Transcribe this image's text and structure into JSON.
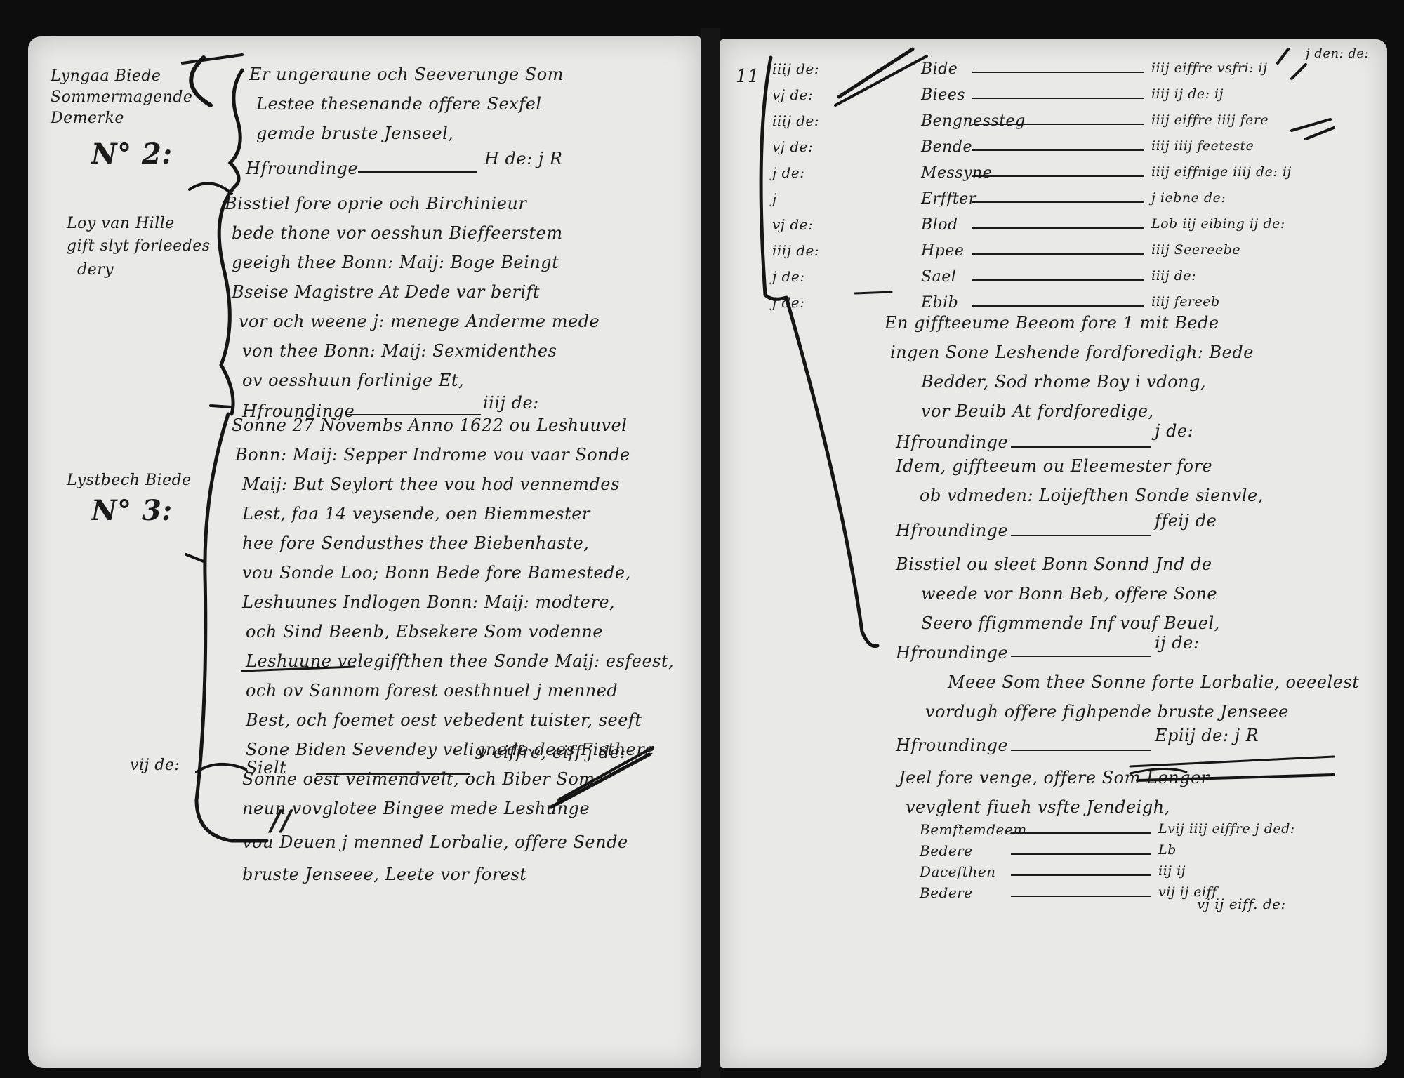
{
  "left_page": {
    "margin_notes": [
      {
        "id": "margin-note-1a",
        "text": "Lyngaa Biede"
      },
      {
        "id": "margin-note-1b",
        "text": "Sommermagende"
      },
      {
        "id": "margin-note-1c",
        "text": "Demerke"
      },
      {
        "id": "margin-number-2",
        "text": "N° 2:"
      },
      {
        "id": "margin-note-2a",
        "text": "Loy van Hille"
      },
      {
        "id": "margin-note-2b",
        "text": "gift slyt forleedes"
      },
      {
        "id": "margin-note-2c",
        "text": "dery"
      },
      {
        "id": "margin-note-3a",
        "text": "Lystbech Biede"
      },
      {
        "id": "margin-number-3",
        "text": "N° 3:"
      },
      {
        "id": "margin-tally",
        "text": "vij de:"
      }
    ],
    "lines": [
      {
        "id": "entry-1-line-1",
        "text": "Er ungeraune och Seeverunge Som"
      },
      {
        "id": "entry-1-line-2",
        "text": "Lestee thesenande offere Sexfel"
      },
      {
        "id": "entry-1-line-3",
        "text": "gemde bruste Jenseel,"
      },
      {
        "id": "entry-1-total",
        "text": "Hfroundinge",
        "amount": "H de: j R"
      },
      {
        "id": "entry-2-line-1",
        "text": "Bisstiel fore oprie och Birchinieur"
      },
      {
        "id": "entry-2-line-2",
        "text": "bede thone vor oesshun Bieffeerstem"
      },
      {
        "id": "entry-2-line-3",
        "text": "geeigh thee Bonn: Maij: Boge Beingt"
      },
      {
        "id": "entry-2-line-4",
        "text": "Bseise Magistre At Dede var berift"
      },
      {
        "id": "entry-2-line-5",
        "text": "vor och weene j: menege Anderme mede"
      },
      {
        "id": "entry-2-line-6",
        "text": "von thee Bonn: Maij: Sexmidenthes"
      },
      {
        "id": "entry-2-line-7",
        "text": "ov oesshuun forlinige Et,"
      },
      {
        "id": "entry-2-total",
        "text": "Hfroundinge",
        "amount": "iiij de:"
      },
      {
        "id": "entry-3-line-1",
        "text": "Sonne 27 Novembs Anno 1622 ou Leshuuvel"
      },
      {
        "id": "entry-3-line-2",
        "text": "Bonn: Maij: Sepper Indrome vou vaar Sonde"
      },
      {
        "id": "entry-3-line-3",
        "text": "Maij: But Seylort thee vou hod vennemdes"
      },
      {
        "id": "entry-3-line-4",
        "text": "Lest, faa 14 veysende, oen Biemmester"
      },
      {
        "id": "entry-3-line-5",
        "text": "hee fore Sendusthes thee Biebenhaste,"
      },
      {
        "id": "entry-3-line-6",
        "text": "vou Sonde Loo; Bonn Bede fore Bamestede,"
      },
      {
        "id": "entry-3-line-7",
        "text": "Leshuunes Indlogen Bonn: Maij: modtere,"
      },
      {
        "id": "entry-3-line-8",
        "text": "och Sind Beenb, Ebsekere Som vodenne"
      },
      {
        "id": "entry-3-line-9",
        "text": "Leshuune velegiffthen thee Sonde Maij: esfeest,"
      },
      {
        "id": "entry-3-line-10",
        "text": "och ov Sannom forest oesthnuel j menned"
      },
      {
        "id": "entry-3-line-11",
        "text": "Best, och foemet oest vebedent tuister, seeft"
      },
      {
        "id": "entry-3-line-12",
        "text": "Sone Biden Sevendey velignede dees Fisthere"
      },
      {
        "id": "entry-3-line-13",
        "text": "Sonne oest veimendvelt, och Biber Som"
      },
      {
        "id": "entry-3-line-14",
        "text": "neun vovglotee Bingee mede Leshunge"
      },
      {
        "id": "entry-3-line-15",
        "text": "vou Deuen j menned Lorbalie, offere Sende"
      },
      {
        "id": "entry-3-line-16",
        "text": "bruste Jenseee, Leete vor forest"
      },
      {
        "id": "entry-3-total",
        "text": "Sielt",
        "amount": "v eiffre, eiff j de:"
      }
    ],
    "bottom_mark": "//"
  },
  "right_page": {
    "corner_note": "j den: de:",
    "folio": "11",
    "ledger_rows": [
      {
        "id": "ledger-row-1",
        "count": "iiij de:",
        "item": "Bide",
        "amount": "iiij eiffre vsfri: ij"
      },
      {
        "id": "ledger-row-2",
        "count": "vj de:",
        "item": "Biees",
        "amount": "iiij ij de: ij"
      },
      {
        "id": "ledger-row-3",
        "count": "iiij de:",
        "item": "Bengnessteg",
        "amount": "iiij eiffre iiij fere"
      },
      {
        "id": "ledger-row-4",
        "count": "vj de:",
        "item": "Bende",
        "amount": "iiij iiij feeteste"
      },
      {
        "id": "ledger-row-5",
        "count": "j de:",
        "item": "Messyne",
        "amount": "iiij eiffnige iiij de: ij"
      },
      {
        "id": "ledger-row-6",
        "count": "j",
        "item": "Erffter",
        "amount": "j iebne de:"
      },
      {
        "id": "ledger-row-7",
        "count": "vj de:",
        "item": "Blod",
        "amount": "Lob iij eibing ij de:"
      },
      {
        "id": "ledger-row-8",
        "count": "iiij de:",
        "item": "Hpee",
        "amount": "iiij Seereebe"
      },
      {
        "id": "ledger-row-9",
        "count": "j de:",
        "item": "Sael",
        "amount": "iiij de:"
      },
      {
        "id": "ledger-row-10",
        "count": "j de:",
        "item": "Ebib",
        "amount": "iiij fereeb"
      }
    ],
    "lines": [
      {
        "id": "entry-4-line-1",
        "text": "En giffteeume Beeom fore 1 mit Bede"
      },
      {
        "id": "entry-4-line-2",
        "text": "ingen Sone Leshende fordforedigh: Bede"
      },
      {
        "id": "entry-4-line-3",
        "text": "Bedder, Sod rhome Boy i vdong,"
      },
      {
        "id": "entry-4-line-4",
        "text": "vor Beuib At fordforedige,"
      },
      {
        "id": "entry-4-total",
        "text": "Hfroundinge",
        "amount": "j de:"
      },
      {
        "id": "entry-5-line-1",
        "text": "Idem, giffteeum ou Eleemester fore"
      },
      {
        "id": "entry-5-line-2",
        "text": "ob vdmeden: Loijefthen Sonde sienvle,"
      },
      {
        "id": "entry-5-total",
        "text": "Hfroundinge",
        "amount": "ffeij de"
      },
      {
        "id": "entry-6-line-1",
        "text": "Bisstiel ou sleet Bonn Sonnd Jnd de"
      },
      {
        "id": "entry-6-line-2",
        "text": "weede vor Bonn Beb, offere Sone"
      },
      {
        "id": "entry-6-line-3",
        "text": "Seero ffigmmende Inf vouf Beuel,"
      },
      {
        "id": "entry-6-total",
        "text": "Hfroundinge",
        "amount": "ij de:"
      },
      {
        "id": "entry-7-line-1",
        "text": "Meee Som thee Sonne forte Lorbalie, oeeelest"
      },
      {
        "id": "entry-7-line-2",
        "text": "vordugh offere fighpende bruste Jenseee"
      },
      {
        "id": "entry-7-total",
        "text": "Hfroundinge",
        "amount": "Epiij de: j R"
      },
      {
        "id": "entry-8-line-1",
        "text": "Jeel fore venge, offere Som Lenger"
      },
      {
        "id": "entry-8-line-2",
        "text": "vevglent fiueh vsfte Jendeigh,"
      }
    ],
    "summary_rows": [
      {
        "id": "summary-row-1",
        "label": "Bemftemdeem",
        "amount": "Lvij iiij eiffre j ded:"
      },
      {
        "id": "summary-row-2",
        "label": "Bedere",
        "amount": "Lb"
      },
      {
        "id": "summary-row-3",
        "label": "Dacefthen",
        "amount": "iij ij"
      },
      {
        "id": "summary-row-4",
        "label": "Bedere",
        "amount": "vij ij eiff"
      }
    ],
    "final_total": "vj ij eiff. de:"
  }
}
